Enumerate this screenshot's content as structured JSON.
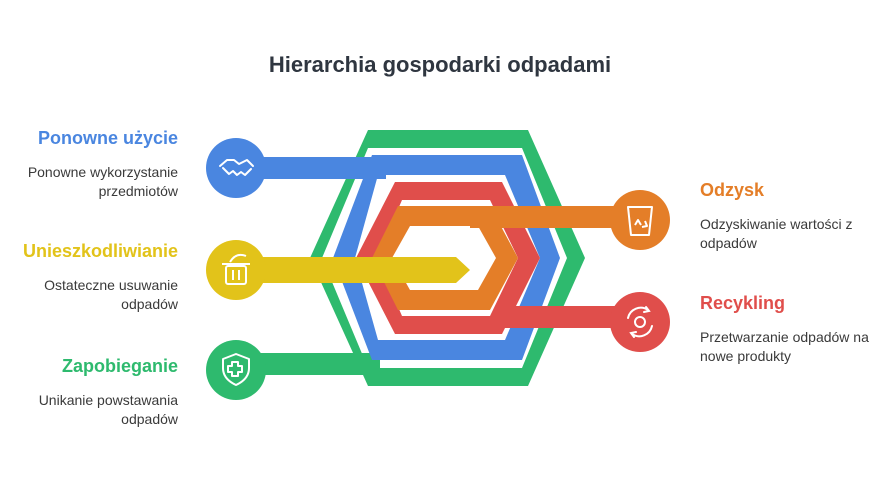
{
  "title": "Hierarchia gospodarki odpadami",
  "items": {
    "reuse": {
      "title": "Ponowne użycie",
      "desc": "Ponowne wykorzystanie przedmiotów",
      "color": "#4a86e0",
      "icon": "handshake-icon"
    },
    "disposal": {
      "title": "Unieszkodliwianie",
      "desc": "Ostateczne usuwanie odpadów",
      "color": "#e2c31a",
      "icon": "trash-bin-icon"
    },
    "prevention": {
      "title": "Zapobieganie",
      "desc": "Unikanie powstawania odpadów",
      "color": "#2eba6e",
      "icon": "shield-plus-icon"
    },
    "recovery": {
      "title": "Odzysk",
      "desc": "Odzyskiwanie wartości z odpadów",
      "color": "#e47e28",
      "icon": "recycle-bin-icon"
    },
    "recycling": {
      "title": "Recykling",
      "desc": "Przetwarzanie odpadów na nowe produkty",
      "color": "#e04e4b",
      "icon": "recycle-gear-icon"
    }
  }
}
